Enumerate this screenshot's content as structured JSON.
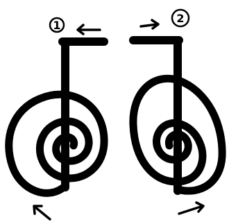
{
  "figures": [
    {
      "number": "1",
      "direction": "left"
    },
    {
      "number": "2",
      "direction": "right"
    }
  ],
  "colors": {
    "ink": "#000000",
    "background": "#ffffff"
  }
}
